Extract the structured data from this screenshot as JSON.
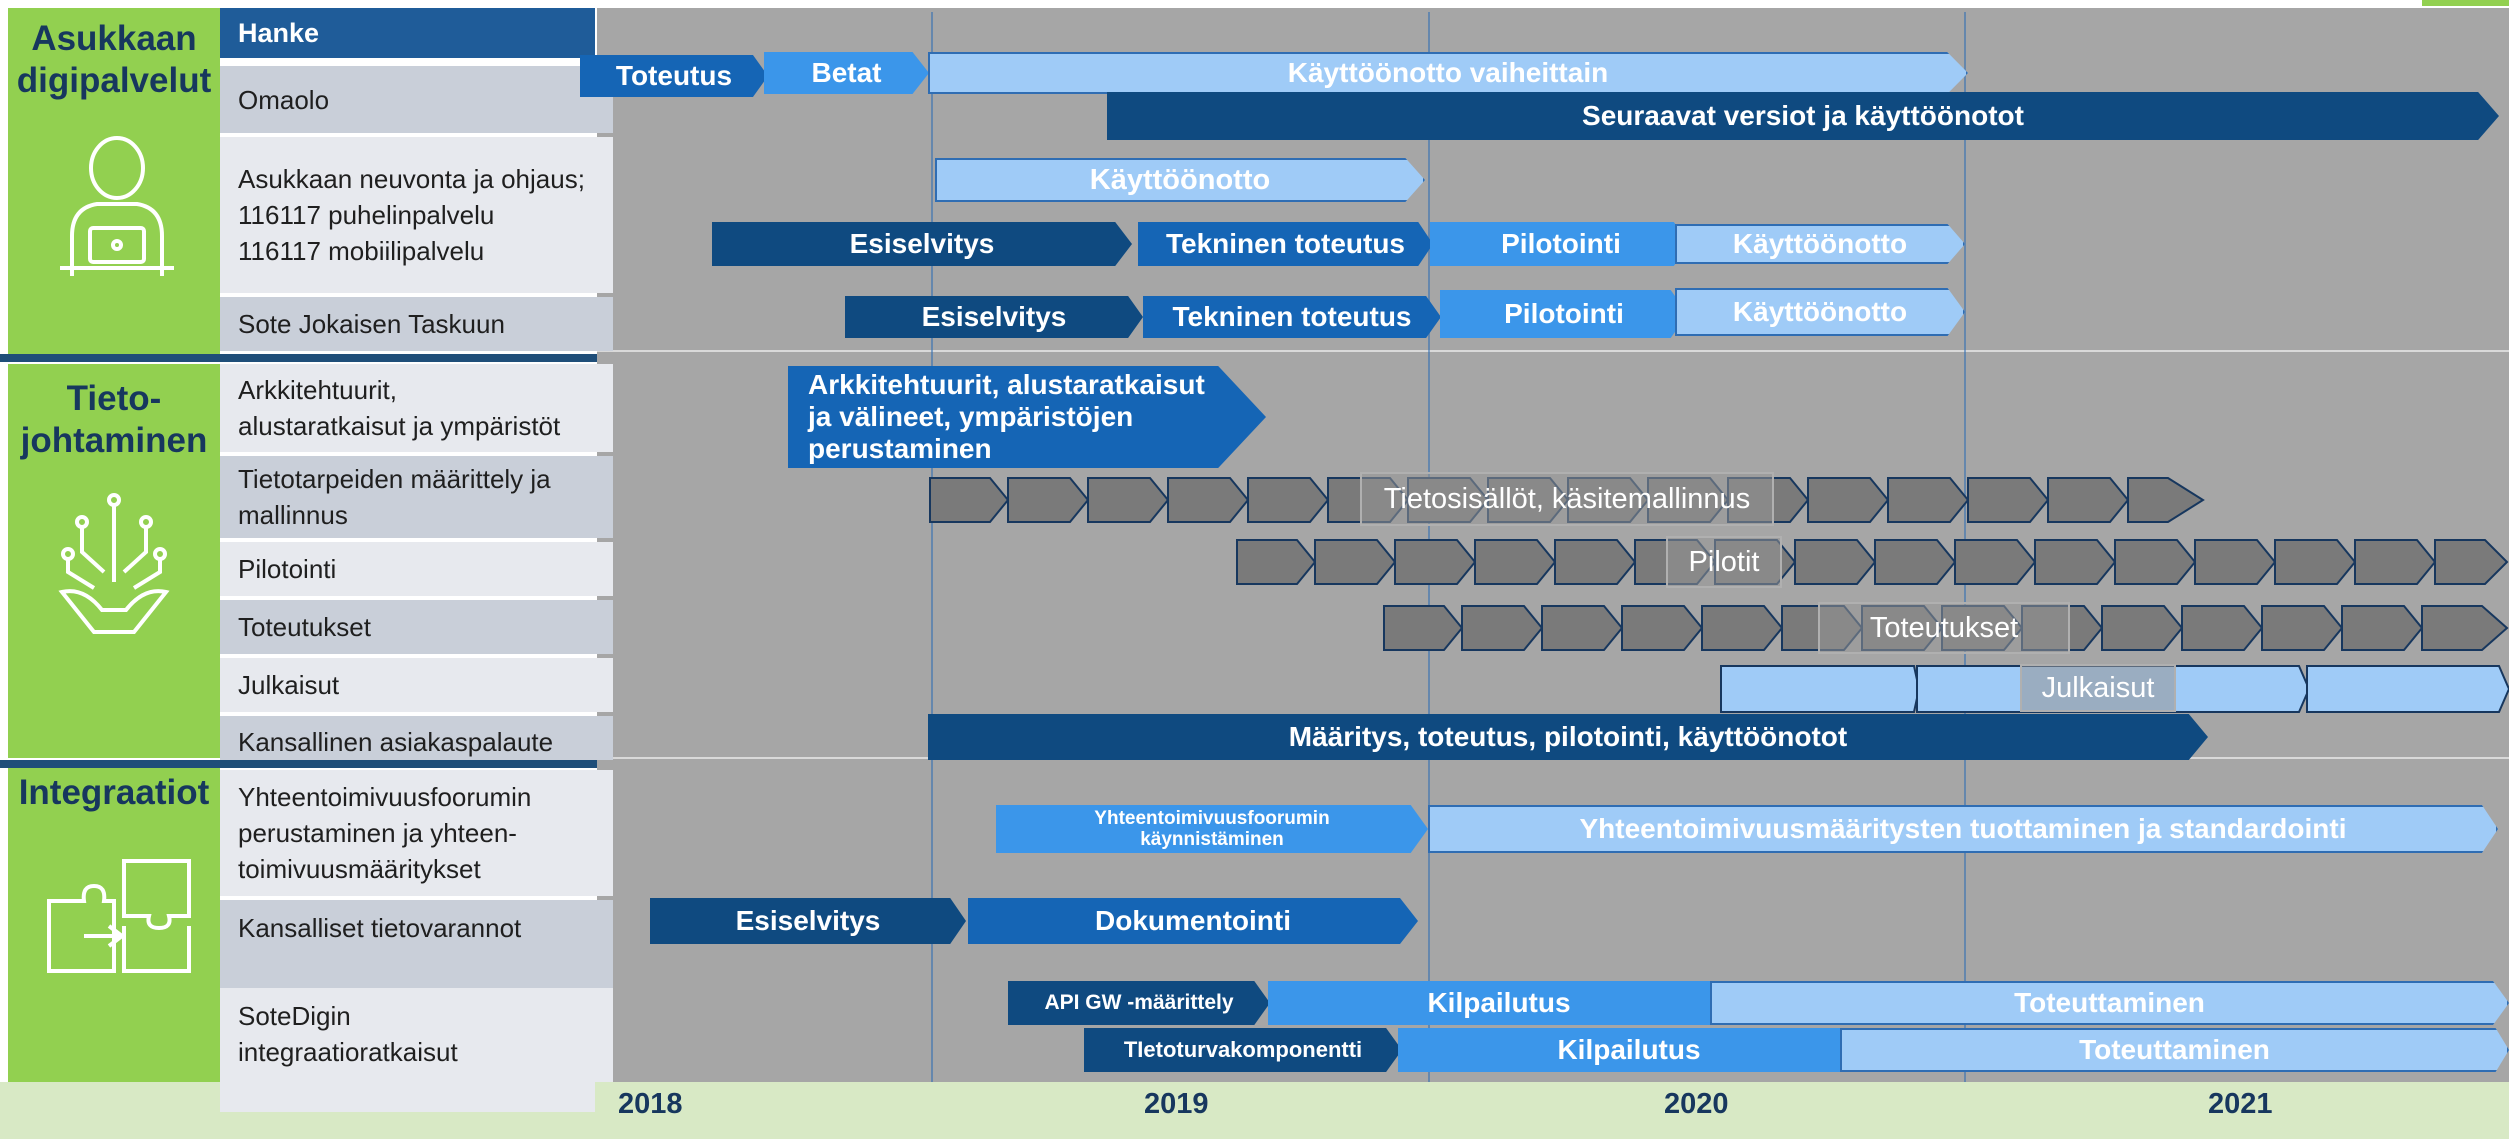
{
  "header": {
    "label": "Hanke"
  },
  "categories": [
    {
      "title": "Asukkaan digipalvelut"
    },
    {
      "title": "Tieto-johtaminen"
    },
    {
      "title": "Integraatiot"
    }
  ],
  "rows": [
    "Omaolo",
    "Asukkaan neuvonta ja ohjaus;\n116117 puhelinpalvelu\n116117 mobiilipalvelu",
    "Sote Jokaisen Taskuun",
    "Arkkitehtuurit,\nalustaratkaisut ja ympäristöt",
    "Tietotarpeiden määrittely ja\nmallinnus",
    "Pilotointi",
    "Toteutukset",
    "Julkaisut",
    "Kansallinen asiakaspalaute",
    "Yhteentoimivuusfoorumin\nperustaminen ja yhteen-\ntoimivuusmääritykset",
    "Kansalliset tietovarannot",
    "SoteDigin\nintegraatioratkaisut"
  ],
  "years": [
    "2018",
    "2019",
    "2020",
    "2021"
  ],
  "bars": {
    "toteutus": "Toteutus",
    "betat": "Betat",
    "kayttoonotto_vaiheittain": "Käyttöönotto vaiheittain",
    "seuraavat": "Seuraavat versiot ja käyttöönotot",
    "kayttoonotto": "Käyttöönotto",
    "esiselvitys": "Esiselvitys",
    "tekninen": "Tekninen toteutus",
    "pilotointi": "Pilotointi",
    "kayttoonotto2": "Käyttöönotto",
    "esiselvitys2": "Esiselvitys",
    "tekninen2": "Tekninen toteutus",
    "pilotointi2": "Pilotointi",
    "kayttoonotto3": "Käyttöönotto",
    "arkkitehtuurit": "Arkkitehtuurit, alustaratkaisut\nja välineet, ympäristöjen\nperustaminen",
    "tietosisallot": "Tietosisällöt, käsitemallinnus",
    "pilotit": "Pilotit",
    "toteutukset": "Toteutukset",
    "julkaisut": "Julkaisut",
    "maaritys": "Määritys, toteutus, pilotointi, käyttöönotot",
    "yhteentoimivuusfoorumin": "Yhteentoimivuusfoorumin\nkäynnistäminen",
    "yhteentoimivuusmaaritysten": "Yhteentoimivuusmääritysten tuottaminen ja standardointi",
    "esiselvitys3": "Esiselvitys",
    "dokumentointi": "Dokumentointi",
    "api": "API GW -määrittely",
    "kilpailutus": "Kilpailutus",
    "toteuttaminen": "Toteuttaminen",
    "tietoturva": "TIetoturvakomponentti",
    "kilpailutus2": "Kilpailutus",
    "toteuttaminen2": "Toteuttaminen"
  },
  "colors": {
    "dark": "#0f4a80",
    "mid": "#1565b5",
    "blue": "#3b96ea",
    "light": "#9fcbf7",
    "gray": "#7a7a7a",
    "category": "#92d050"
  },
  "icons": [
    "person-laptop-icon",
    "data-hand-icon",
    "puzzle-icon"
  ]
}
